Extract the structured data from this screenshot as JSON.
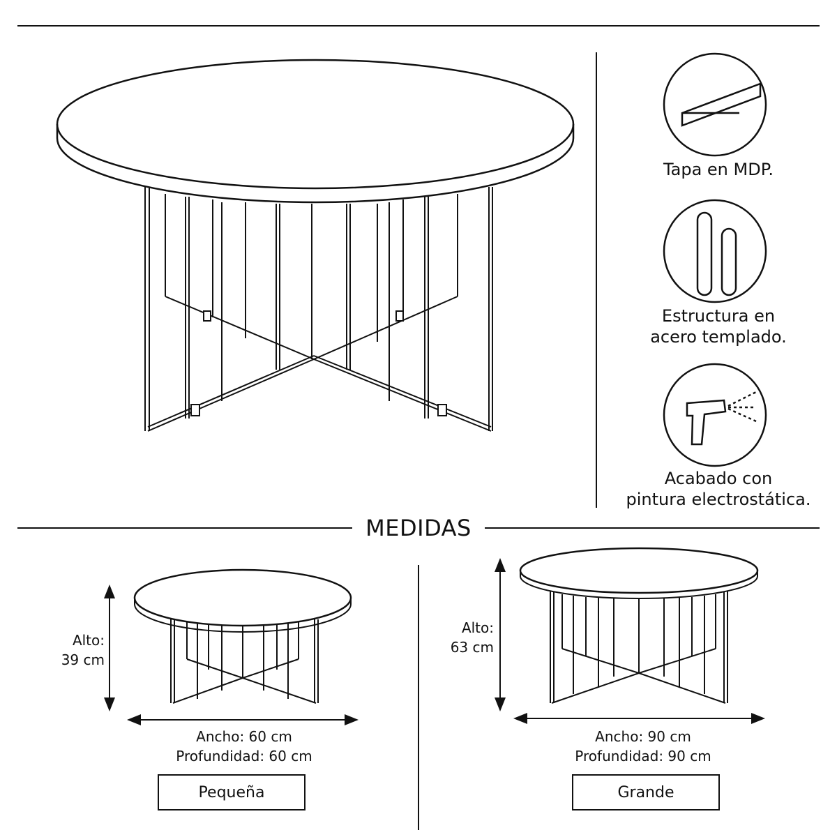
{
  "features": {
    "top": {
      "icon": "board-icon",
      "lines": [
        "Tapa en MDP."
      ]
    },
    "structure": {
      "icon": "steel-rods-icon",
      "lines": [
        "Estructura en",
        "acero templado."
      ]
    },
    "finish": {
      "icon": "spray-gun-icon",
      "lines": [
        "Acabado con",
        "pintura electrostática."
      ]
    }
  },
  "section_title": "MEDIDAS",
  "small": {
    "alto_label": "Alto:",
    "alto_value": "39 cm",
    "ancho": "Ancho: 60 cm",
    "profundidad": "Profundidad: 60 cm",
    "name": "Pequeña"
  },
  "large": {
    "alto_label": "Alto:",
    "alto_value": "63 cm",
    "ancho": "Ancho: 90 cm",
    "profundidad": "Profundidad: 90 cm",
    "name": "Grande"
  }
}
